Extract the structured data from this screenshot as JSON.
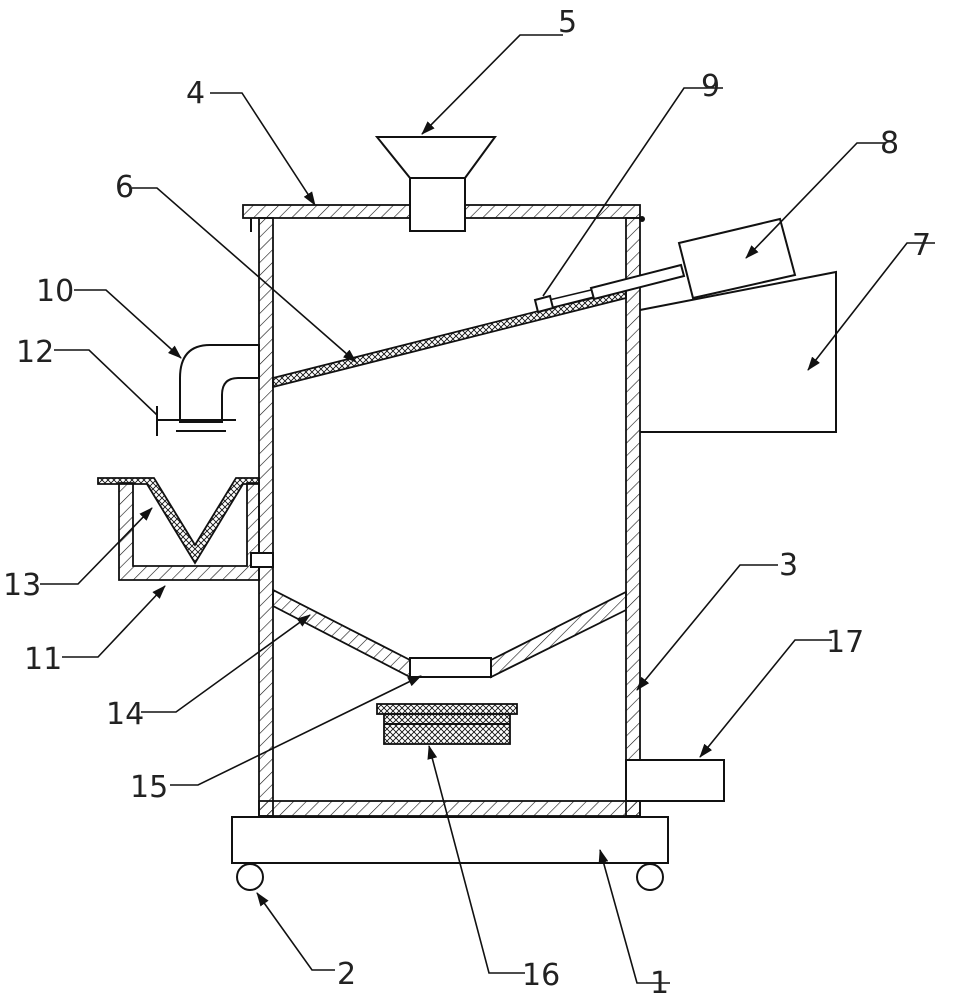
{
  "labels": [
    {
      "id": "1",
      "text": "1"
    },
    {
      "id": "2",
      "text": "2"
    },
    {
      "id": "3",
      "text": "3"
    },
    {
      "id": "4",
      "text": "4"
    },
    {
      "id": "5",
      "text": "5"
    },
    {
      "id": "6",
      "text": "6"
    },
    {
      "id": "7",
      "text": "7"
    },
    {
      "id": "8",
      "text": "8"
    },
    {
      "id": "9",
      "text": "9"
    },
    {
      "id": "10",
      "text": "10"
    },
    {
      "id": "11",
      "text": "11"
    },
    {
      "id": "12",
      "text": "12"
    },
    {
      "id": "13",
      "text": "13"
    },
    {
      "id": "14",
      "text": "14"
    },
    {
      "id": "15",
      "text": "15"
    },
    {
      "id": "16",
      "text": "16"
    },
    {
      "id": "17",
      "text": "17"
    }
  ],
  "colors": {
    "line": "#111111",
    "background": "#ffffff"
  }
}
